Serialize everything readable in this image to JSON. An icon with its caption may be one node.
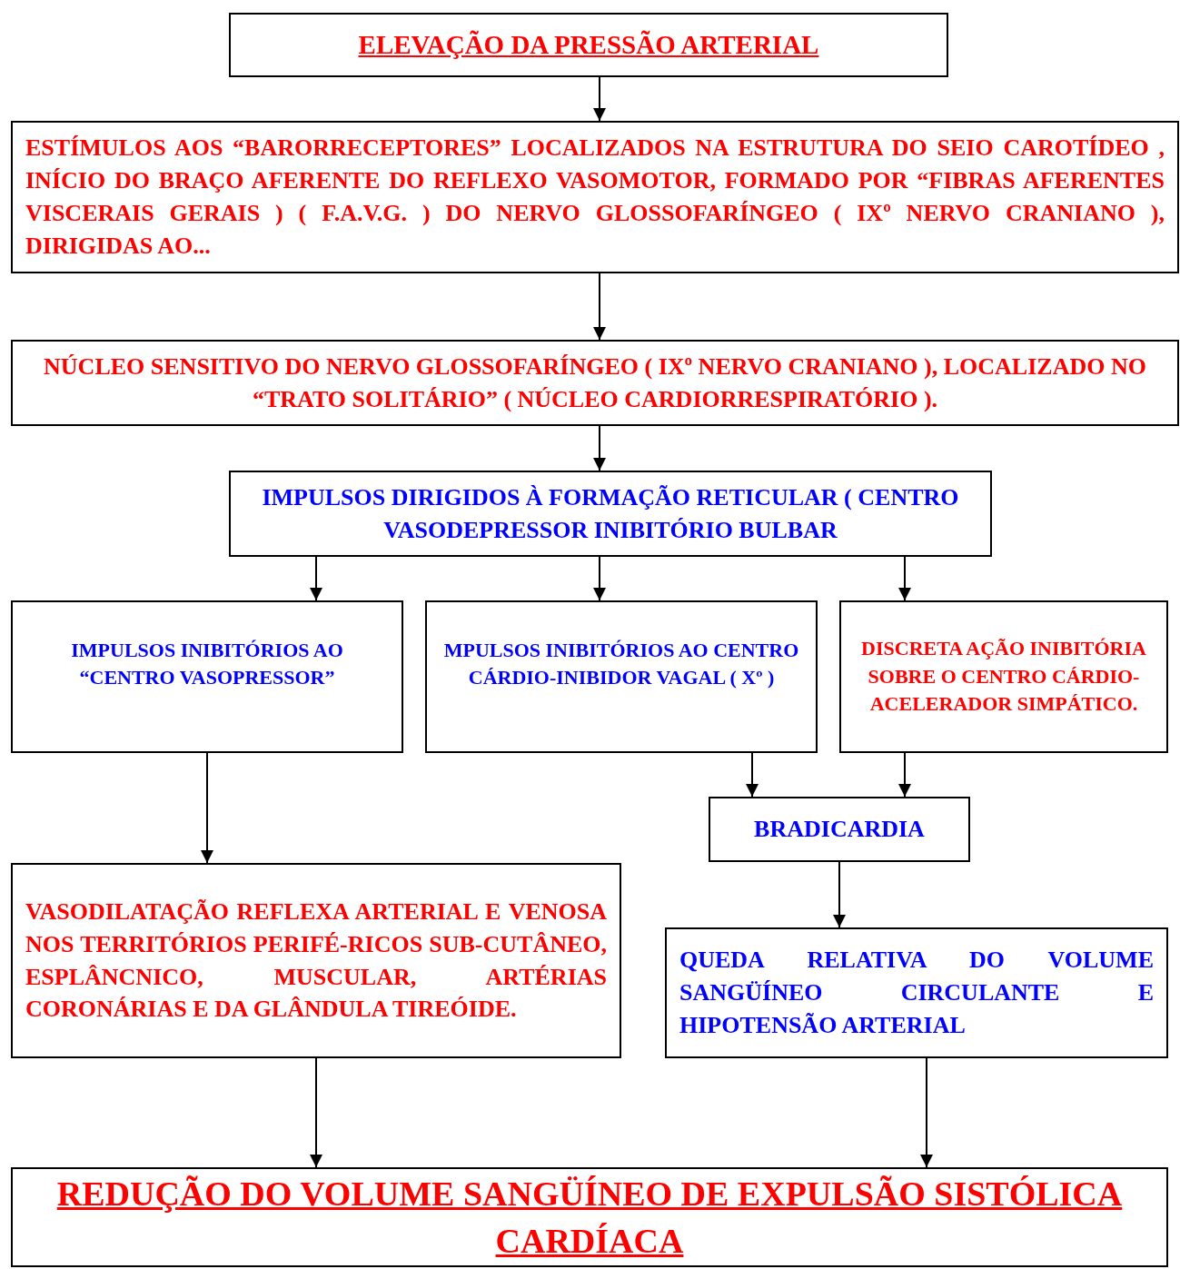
{
  "diagram": {
    "nodes": [
      {
        "text": [
          "ELEVAÇÃO DA PRESSÃO ARTERIAL"
        ]
      },
      {
        "text": [
          "ESTÍMULOS AOS “BARORRECEPTORES” LOCALIZADOS NA ESTRUTURA DO SEIO CAROTÍDEO , INÍCIO DO BRAÇO AFERENTE DO REFLEXO VASOMOTOR, FORMADO POR “FIBRAS AFERENTES VISCERAIS GERAIS ) ( F.A.V.G. ) DO NERVO GLOSSOFARÍNGEO ( IXº NERVO CRANIANO ), DIRIGIDAS AO..."
        ]
      },
      {
        "text": [
          "NÚCLEO SENSITIVO DO NERVO GLOSSOFARÍNGEO ( IXº NERVO CRANIANO ), LOCALIZADO NO “TRATO SOLITÁRIO” ( NÚCLEO CARDIORRESPIRATÓRIO )."
        ]
      },
      {
        "text": [
          "IMPULSOS DIRIGIDOS À FORMAÇÃO RETICULAR ( CENTRO VASODEPRESSOR INIBITÓRIO BULBAR"
        ]
      },
      {
        "text": [
          "IMPULSOS INIBITÓRIOS AO “CENTRO VASOPRESSOR”"
        ]
      },
      {
        "text": [
          "MPULSOS INIBITÓRIOS AO CENTRO CÁRDIO-INIBIDOR VAGAL ( Xº )"
        ]
      },
      {
        "text": [
          "DISCRETA AÇÃO INIBITÓRIA SOBRE O CENTRO CÁRDIO-ACELERADOR SIMPÁTICO."
        ]
      },
      {
        "text": [
          "BRADICARDIA"
        ]
      },
      {
        "text": [
          "VASODILATAÇÃO REFLEXA ARTERIAL E VENOSA NOS TERRITÓRIOS PERIFÉ-RICOS SUB-CUTÂNEO, ESPLÂNCNICO, MUSCULAR, ARTÉRIAS CORONÁRIAS E DA GLÂNDULA TIREÓIDE."
        ]
      },
      {
        "text": [
          "QUEDA RELATIVA DO VOLUME SANGÜÍNEO CIRCULANTE E HIPOTENSÃO ARTERIAL"
        ]
      },
      {
        "text": [
          "REDUÇÃO DO VOLUME SANGÜÍNEO DE EXPULSÃO SISTÓLICA CARDÍACA"
        ]
      }
    ],
    "edges": [
      {
        "from": 0,
        "to": 1,
        "arrow": "to"
      },
      {
        "from": 1,
        "to": 2,
        "arrow": "to"
      },
      {
        "from": 2,
        "to": 3,
        "arrow": "to"
      },
      {
        "from": 3,
        "to": 4,
        "arrow": "to"
      },
      {
        "from": 3,
        "to": 5,
        "arrow": "to"
      },
      {
        "from": 3,
        "to": 6,
        "arrow": "to"
      },
      {
        "from": 5,
        "to": 7,
        "arrow": "to"
      },
      {
        "from": 6,
        "to": 7,
        "arrow": "to"
      },
      {
        "from": 4,
        "to": 8,
        "arrow": "to"
      },
      {
        "from": 7,
        "to": 9,
        "arrow": "to"
      },
      {
        "from": 8,
        "to": 10,
        "arrow": "to"
      },
      {
        "from": 9,
        "to": 10,
        "arrow": "to"
      }
    ]
  }
}
